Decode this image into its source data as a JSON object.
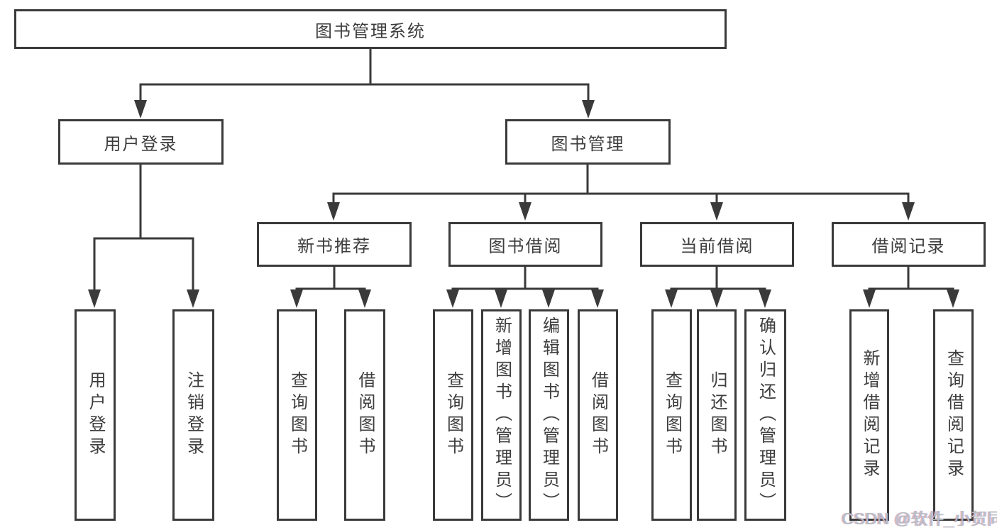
{
  "diagram": {
    "root": {
      "label": "图书管理系统"
    },
    "level1": [
      {
        "label": "用户登录"
      },
      {
        "label": "图书管理"
      }
    ],
    "level2": [
      {
        "label": "新书推荐"
      },
      {
        "label": "图书借阅"
      },
      {
        "label": "当前借阅"
      },
      {
        "label": "借阅记录"
      }
    ],
    "leaves": [
      {
        "label": "用户登录"
      },
      {
        "label": "注销登录"
      },
      {
        "label": "查询图书"
      },
      {
        "label": "借阅图书"
      },
      {
        "label": "查询图书"
      },
      {
        "label": "新增图书（管理员）"
      },
      {
        "label": "编辑图书（管理员）"
      },
      {
        "label": "借阅图书"
      },
      {
        "label": "查询图书"
      },
      {
        "label": "归还图书"
      },
      {
        "label": "确认归还（管理员）"
      },
      {
        "label": "新增借阅记录"
      },
      {
        "label": "查询借阅记录"
      }
    ]
  },
  "watermark": {
    "text": "CSDN @软件_小贺同学"
  },
  "colors": {
    "line": "#3a3a3a",
    "text": "#3d3d3d",
    "background": "#ffffff",
    "watermark": "#b9bdc3"
  }
}
